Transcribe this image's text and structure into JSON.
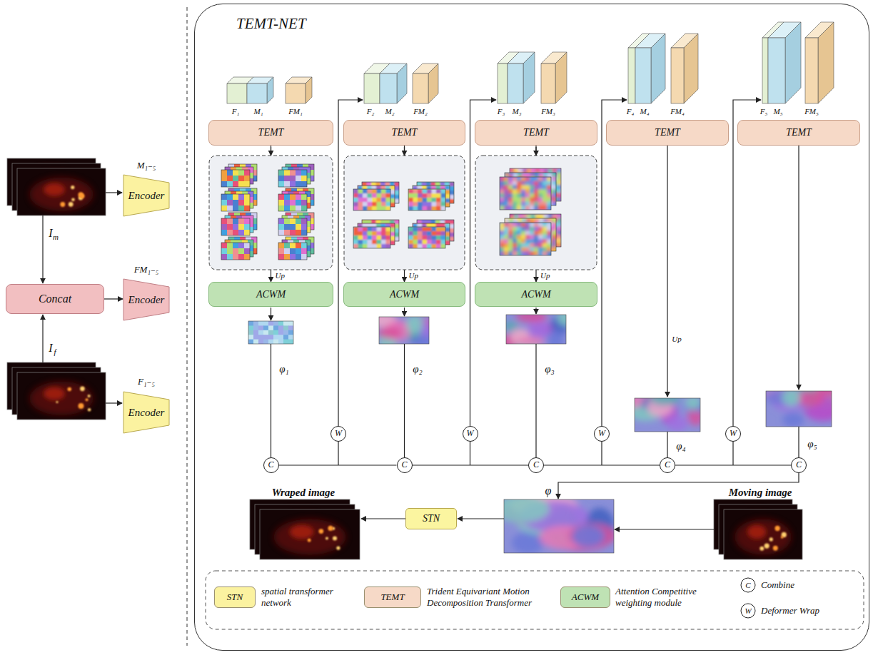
{
  "diagram": {
    "nodes": [
      {
        "text": [
          "Encoder"
        ]
      },
      {
        "text": [
          "Concat"
        ]
      },
      {
        "text": [
          "Encoder"
        ]
      },
      {
        "text": [
          "Encoder"
        ]
      },
      {
        "text": [
          "TEMT-NET"
        ]
      },
      {
        "text": [
          "TEMT"
        ],
        "in": 4
      },
      {
        "text": [
          "TEMT"
        ],
        "in": 4
      },
      {
        "text": [
          "TEMT"
        ],
        "in": 4
      },
      {
        "text": [
          "TEMT"
        ],
        "in": 4
      },
      {
        "text": [
          "TEMT"
        ],
        "in": 4
      },
      {
        "text": [
          "ACWM"
        ],
        "in": 4
      },
      {
        "text": [
          "ACWM"
        ],
        "in": 4
      },
      {
        "text": [
          "ACWM"
        ],
        "in": 4
      },
      {
        "text": [
          "W"
        ],
        "in": 4
      },
      {
        "text": [
          "W"
        ],
        "in": 4
      },
      {
        "text": [
          "W"
        ],
        "in": 4
      },
      {
        "text": [
          "W"
        ],
        "in": 4
      },
      {
        "text": [
          "C"
        ],
        "in": 4
      },
      {
        "text": [
          "C"
        ],
        "in": 4
      },
      {
        "text": [
          "C"
        ],
        "in": 4
      },
      {
        "text": [
          "C"
        ],
        "in": 4
      },
      {
        "text": [
          "C"
        ],
        "in": 4
      },
      {
        "text": [
          "STN"
        ],
        "in": 4
      }
    ],
    "edges": [
      {
        "from": 1,
        "to": 2,
        "arrow": "to"
      },
      {
        "from": 5,
        "to": 10,
        "arrow": "to",
        "label": "Up"
      },
      {
        "from": 6,
        "to": 11,
        "arrow": "to",
        "label": "Up"
      },
      {
        "from": 7,
        "to": 12,
        "arrow": "to",
        "label": "Up"
      },
      {
        "from": 17,
        "to": 18,
        "arrow": "none"
      },
      {
        "from": 18,
        "to": 19,
        "arrow": "none"
      },
      {
        "from": 19,
        "to": 20,
        "arrow": "none"
      },
      {
        "from": 20,
        "to": 21,
        "arrow": "none"
      }
    ],
    "labels": [
      "M₁₋₅",
      "I",
      "m",
      "FM₁₋₅",
      "I",
      "f",
      "F₁₋₅",
      "F₁",
      "M₁",
      "FM₁",
      "F₂",
      "M₂",
      "FM₂",
      "F₃",
      "M₃",
      "FM₃",
      "F₄",
      "M₄",
      "FM₄",
      "F₅",
      "M₅",
      "FM₅",
      "Up",
      "φ₁",
      "φ₂",
      "φ₃",
      "φ₄",
      "φ₅",
      "φ",
      "Wraped image",
      "Moving image",
      "STN",
      "TEMT",
      "ACWM",
      "C",
      "W"
    ],
    "legend": [
      {
        "text": "spatial transformer network",
        "color": "#fbf2a0"
      },
      {
        "text": "Trident Equivariant Motion Decomposition Transformer",
        "color": "#f6d9c7"
      },
      {
        "text": "Attention Competitive weighting module",
        "color": "#bfe2b4"
      },
      {
        "text": "Combine"
      },
      {
        "text": "Deformer Wrap"
      }
    ]
  }
}
